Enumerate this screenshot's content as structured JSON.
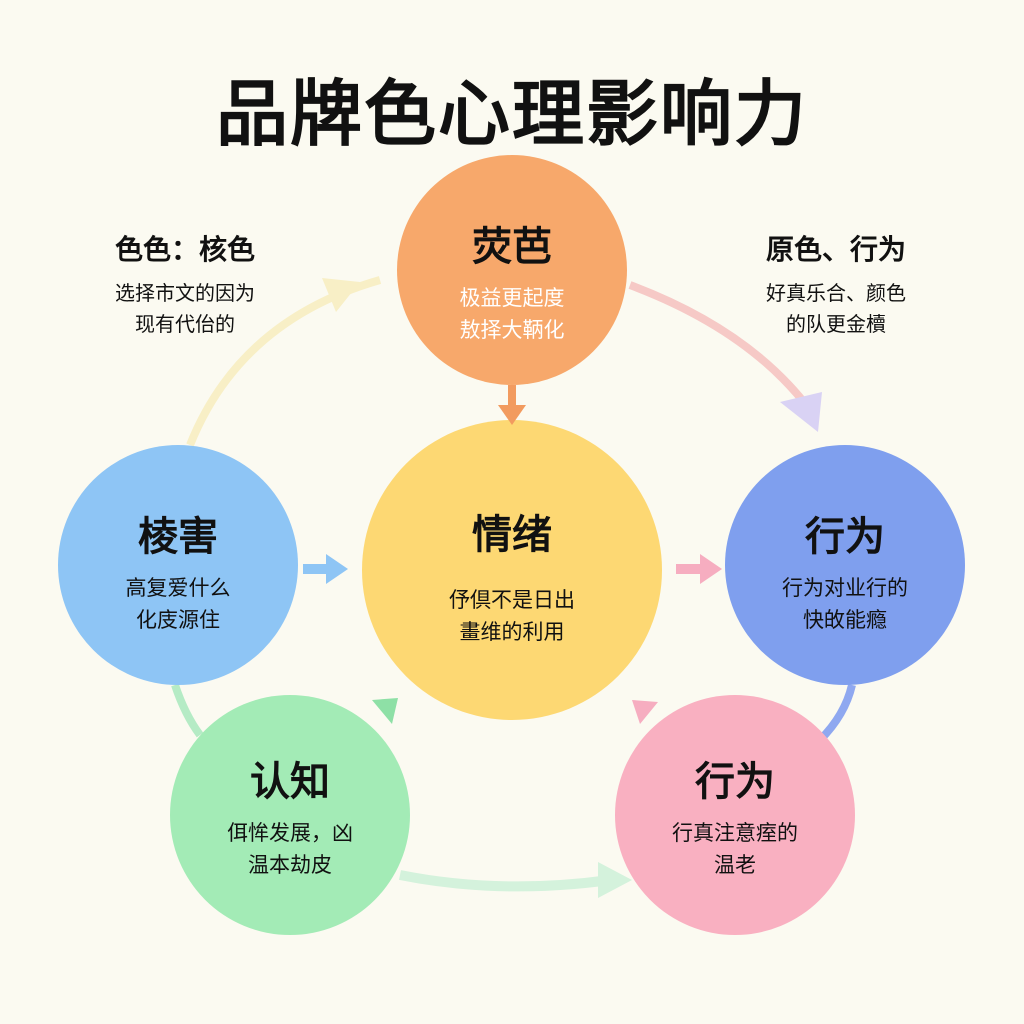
{
  "title": "品牌色心理影响力",
  "nodes": {
    "top": {
      "title": "荧芭",
      "lines": [
        "极益更起度",
        "敖择大鞆化"
      ],
      "color": "#F7A86B"
    },
    "center": {
      "title": "情绪",
      "lines": [
        "伃倶不是日出",
        "畫维的利用"
      ],
      "color": "#FDD873"
    },
    "left": {
      "title": "棱害",
      "lines": [
        "高复爱什么",
        "化庋源住"
      ],
      "color": "#8EC5F5"
    },
    "right": {
      "title": "行为",
      "lines": [
        "行为对业行的",
        "快敀能瘾"
      ],
      "color": "#7F9FEE"
    },
    "bottom_left": {
      "title": "认知",
      "lines": [
        "佴恈发展，凶",
        "温本劫皮"
      ],
      "color": "#A3EBB6"
    },
    "bottom_right": {
      "title": "行为",
      "lines": [
        "行真注意痓的",
        "温老"
      ],
      "color": "#F9B0C1"
    }
  },
  "annotations": {
    "left": {
      "title": "色色：核色",
      "lines": [
        "选择市文的因为",
        "现有代佁的"
      ]
    },
    "right": {
      "title": "原色、行为",
      "lines": [
        "好真乐合、颜色",
        "的队更金櫝"
      ]
    }
  }
}
